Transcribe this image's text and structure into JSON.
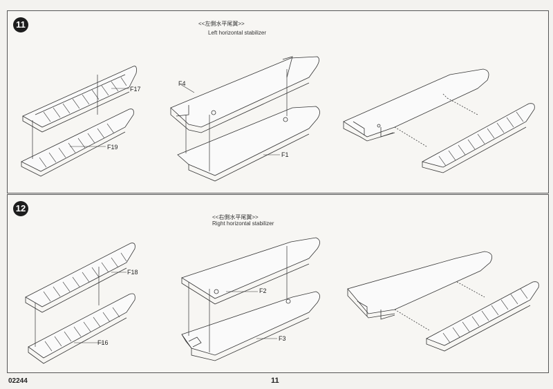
{
  "steps": [
    {
      "number": "11",
      "caption_cn": "<<左側水平尾翼>>",
      "caption_en": "Left horizontal stabilizer",
      "parts": [
        "F17",
        "F19",
        "F4",
        "F1"
      ]
    },
    {
      "number": "12",
      "caption_cn": "<<右側水平尾翼>>",
      "caption_en": "Right horizontal stabilizer",
      "parts": [
        "F18",
        "F16",
        "F2",
        "F3"
      ]
    }
  ],
  "footer": {
    "code": "02244",
    "page": "11"
  }
}
